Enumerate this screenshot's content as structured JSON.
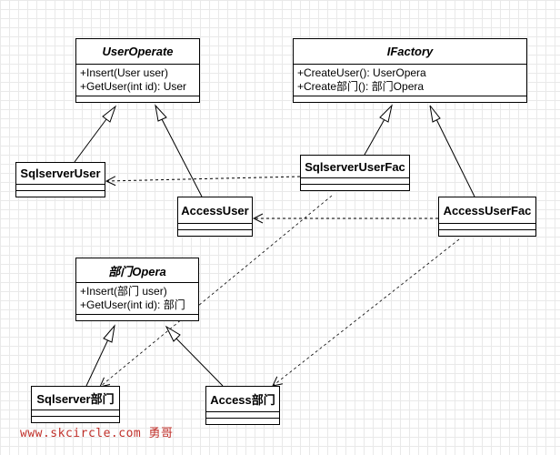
{
  "classes": {
    "user_operate": {
      "name": "UserOperate",
      "ops": [
        "+Insert(User user)",
        "+GetUser(int id): User"
      ]
    },
    "ifactory": {
      "name": "IFactory",
      "ops": [
        "+CreateUser(): UserOpera",
        "+Create部门(): 部门Opera"
      ]
    },
    "sqlserver_user": {
      "name": "SqlserverUser"
    },
    "sqlserver_user_fac": {
      "name": "SqlserverUserFac"
    },
    "access_user": {
      "name": "AccessUser"
    },
    "access_user_fac": {
      "name": "AccessUserFac"
    },
    "dept_opera": {
      "name": "部门Opera",
      "ops": [
        "+Insert(部门 user)",
        "+GetUser(int id): 部门"
      ]
    },
    "sqlserver_dept": {
      "name": "Sqlserver部门"
    },
    "access_dept": {
      "name": "Access部门"
    }
  },
  "watermark": "www.skcircle.com 勇哥",
  "colors": {
    "line": "#000000",
    "watermark": "#c0302a",
    "grid": "#e9e9e9"
  }
}
